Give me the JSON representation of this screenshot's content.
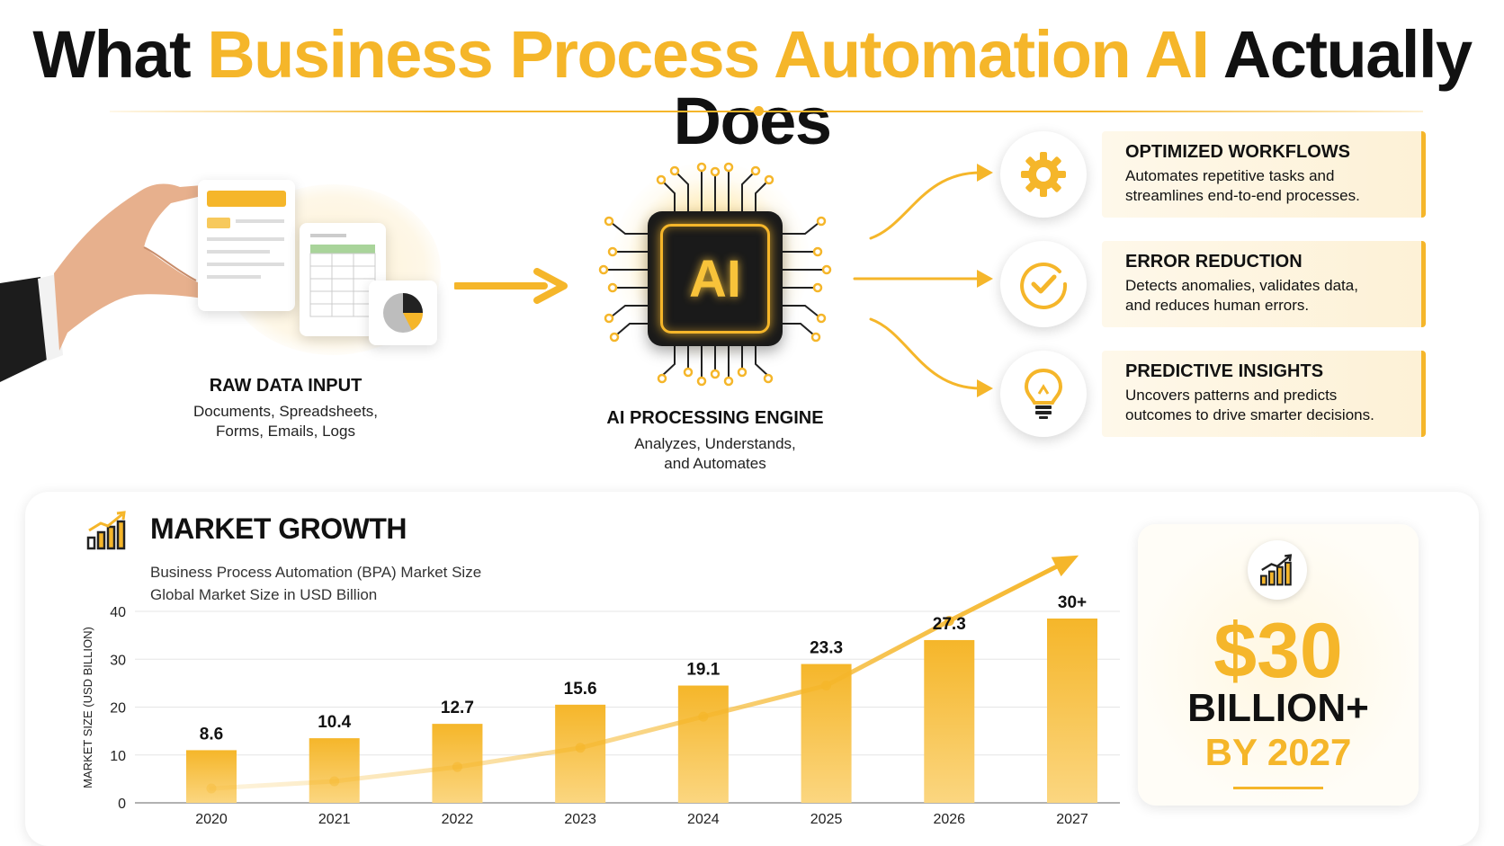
{
  "header": {
    "title_pre": "What ",
    "title_accent": "Business Process Automation AI",
    "title_post": " Actually Does"
  },
  "input": {
    "label": "RAW DATA INPUT",
    "desc_line1": "Documents, Spreadsheets,",
    "desc_line2": "Forms, Emails, Logs"
  },
  "engine": {
    "chip_text": "AI",
    "label": "AI PROCESSING ENGINE",
    "desc_line1": "Analyzes, Understands,",
    "desc_line2": "and Automates"
  },
  "outputs": [
    {
      "icon": "gear-icon",
      "title": "OPTIMIZED WORKFLOWS",
      "desc_line1": "Automates repetitive tasks and",
      "desc_line2": "streamlines end-to-end processes."
    },
    {
      "icon": "check-circle-icon",
      "title": "ERROR REDUCTION",
      "desc_line1": "Detects anomalies, validates data,",
      "desc_line2": "and reduces human errors."
    },
    {
      "icon": "lightbulb-icon",
      "title": "PREDICTIVE INSIGHTS",
      "desc_line1": "Uncovers patterns and predicts",
      "desc_line2": "outcomes to drive smarter decisions."
    }
  ],
  "market": {
    "title": "MARKET GROWTH",
    "subtitle_line1": "Business Process Automation (BPA) Market Size",
    "subtitle_line2": "Global Market Size in USD Billion"
  },
  "chart_data": {
    "type": "bar",
    "categories": [
      "2020",
      "2021",
      "2022",
      "2023",
      "2024",
      "2025",
      "2026",
      "2027"
    ],
    "values": [
      11,
      13.5,
      16.5,
      20.5,
      24.5,
      29,
      34,
      38.5
    ],
    "data_labels": [
      "8.6",
      "10.4",
      "12.7",
      "15.6",
      "19.1",
      "23.3",
      "27.3",
      "30+"
    ],
    "trend_line": [
      3,
      4.5,
      7.5,
      11.5,
      18,
      24.5,
      38,
      51
    ],
    "ylabel": "MARKET SIZE (USD BILLION)",
    "ylim": [
      0,
      40
    ],
    "yticks": [
      0,
      10,
      20,
      30,
      40
    ],
    "grid": true,
    "colors": {
      "bar": "#f5b62a",
      "trend": "#f5b62a"
    }
  },
  "stat": {
    "value": "$30",
    "unit": "BILLION+",
    "year": "BY 2027"
  },
  "colors": {
    "accent": "#f5b62a",
    "text": "#111111"
  }
}
